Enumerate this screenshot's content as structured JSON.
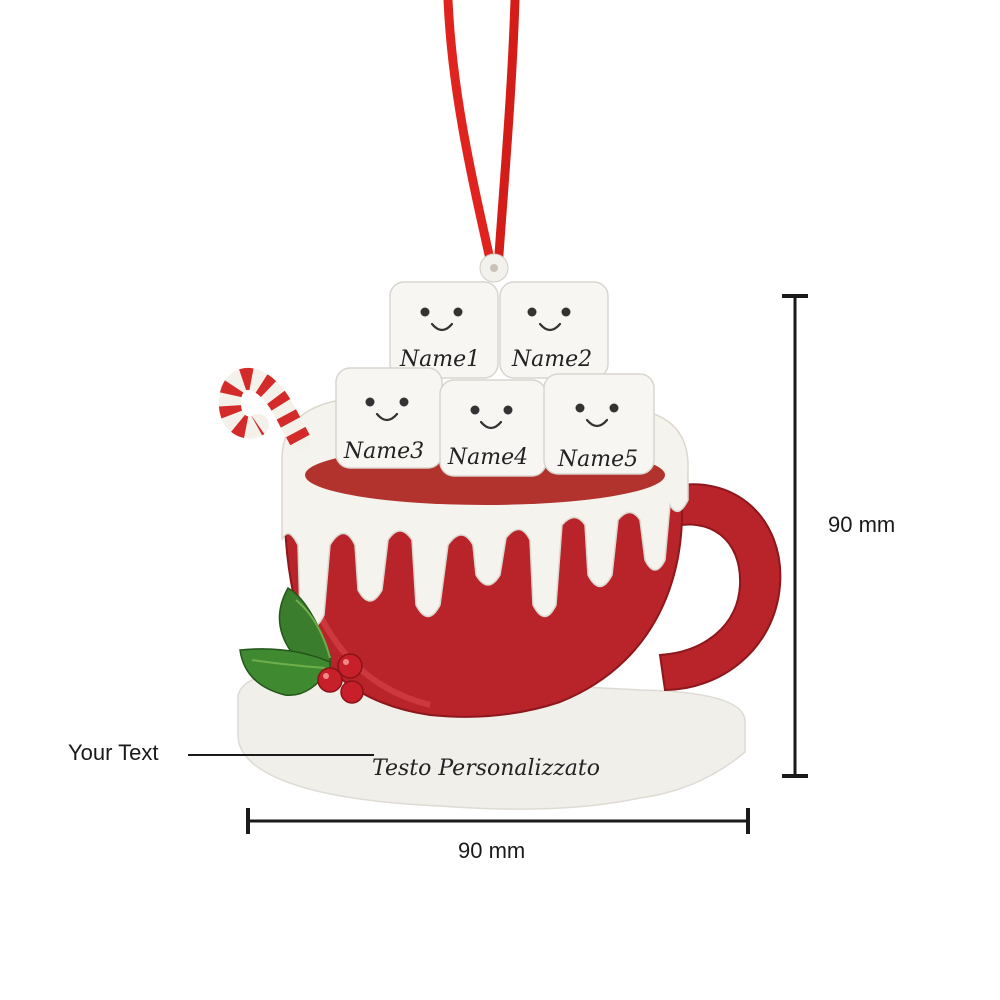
{
  "colors": {
    "ribbon": "#e0231e",
    "cup_red": "#b8242a",
    "cocoa": "#b2332d",
    "icing": "#f5f3ee",
    "saucer": "#f1efea",
    "holly_leaf": "#3a7d2c",
    "berry": "#c8202a",
    "marshmallow": "#f7f6f3"
  },
  "icons": [
    "ribbon-icon",
    "candy-cane-icon",
    "holly-icon",
    "marshmallow-icon"
  ],
  "marshmallows": [
    {
      "name": "Name1"
    },
    {
      "name": "Name2"
    },
    {
      "name": "Name3"
    },
    {
      "name": "Name4"
    },
    {
      "name": "Name5"
    }
  ],
  "saucer_text": "Testo Personalizzato",
  "callout_label": "Your Text",
  "dimensions": {
    "height_label": "90 mm",
    "width_label": "90 mm"
  }
}
